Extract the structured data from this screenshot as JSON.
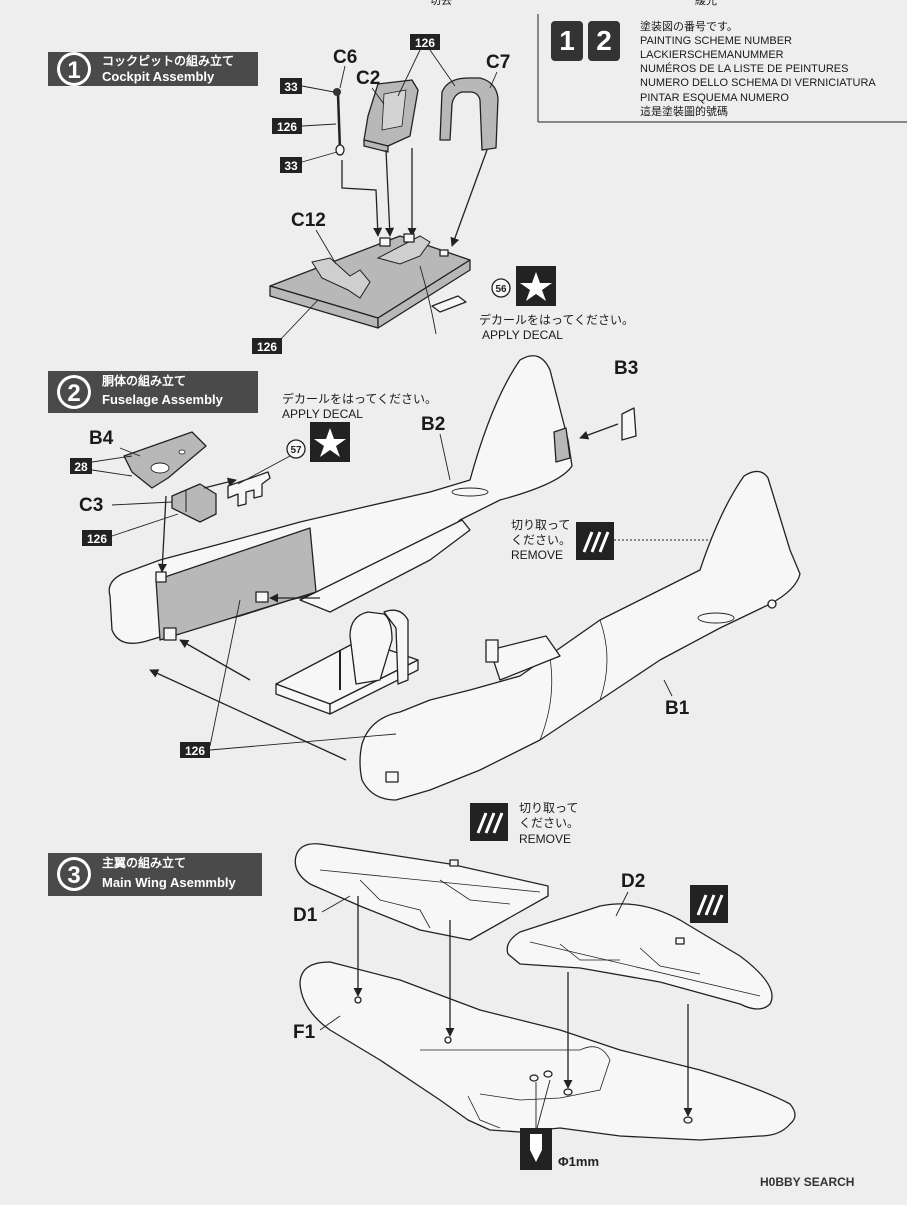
{
  "header_top": {
    "left_fragment": "切去",
    "right_fragment": "緩光"
  },
  "legend": {
    "icons": [
      "1",
      "2"
    ],
    "lines": [
      "塗装図の番号です。",
      "PAINTING SCHEME NUMBER",
      "LACKIERSCHEMANUMMER",
      "NUMÉROS DE LA LISTE DE PEINTURES",
      "NUMERO DELLO SCHEMA DI VERNICIATURA",
      "PINTAR ESQUEMA NUMERO",
      "這是塗裝圖的號碼"
    ]
  },
  "steps": [
    {
      "number": "1",
      "title_ja": "コックピットの組み立て",
      "title_en": "Cockpit Assembly"
    },
    {
      "number": "2",
      "title_ja": "胴体の組み立て",
      "title_en": "Fuselage Assembly"
    },
    {
      "number": "3",
      "title_ja": "主翼の組み立て",
      "title_en": "Main Wing Asemmbly"
    }
  ],
  "parts": {
    "c6": "C6",
    "c2": "C2",
    "c7": "C7",
    "c12": "C12",
    "b3": "B3",
    "b2": "B2",
    "b4": "B4",
    "c3": "C3",
    "b1": "B1",
    "d1": "D1",
    "d2": "D2",
    "f1": "F1"
  },
  "paint": {
    "p33": "33",
    "p126": "126",
    "p28": "28"
  },
  "decals": {
    "d56": "56",
    "d57": "57"
  },
  "notes": {
    "apply_decal_ja": "デカールをはってください。",
    "apply_decal_en": "APPLY DECAL",
    "remove_ja_1": "切り取って",
    "remove_ja_2": "ください。",
    "remove_en": "REMOVE",
    "drill": "Φ1mm"
  },
  "watermark": "H0BBY SEARCH",
  "colors": {
    "step_banner": "#4a4a4a",
    "paint_chip": "#222222",
    "shaded_part": "#b8b8b8",
    "paper": "#eeeeee"
  }
}
